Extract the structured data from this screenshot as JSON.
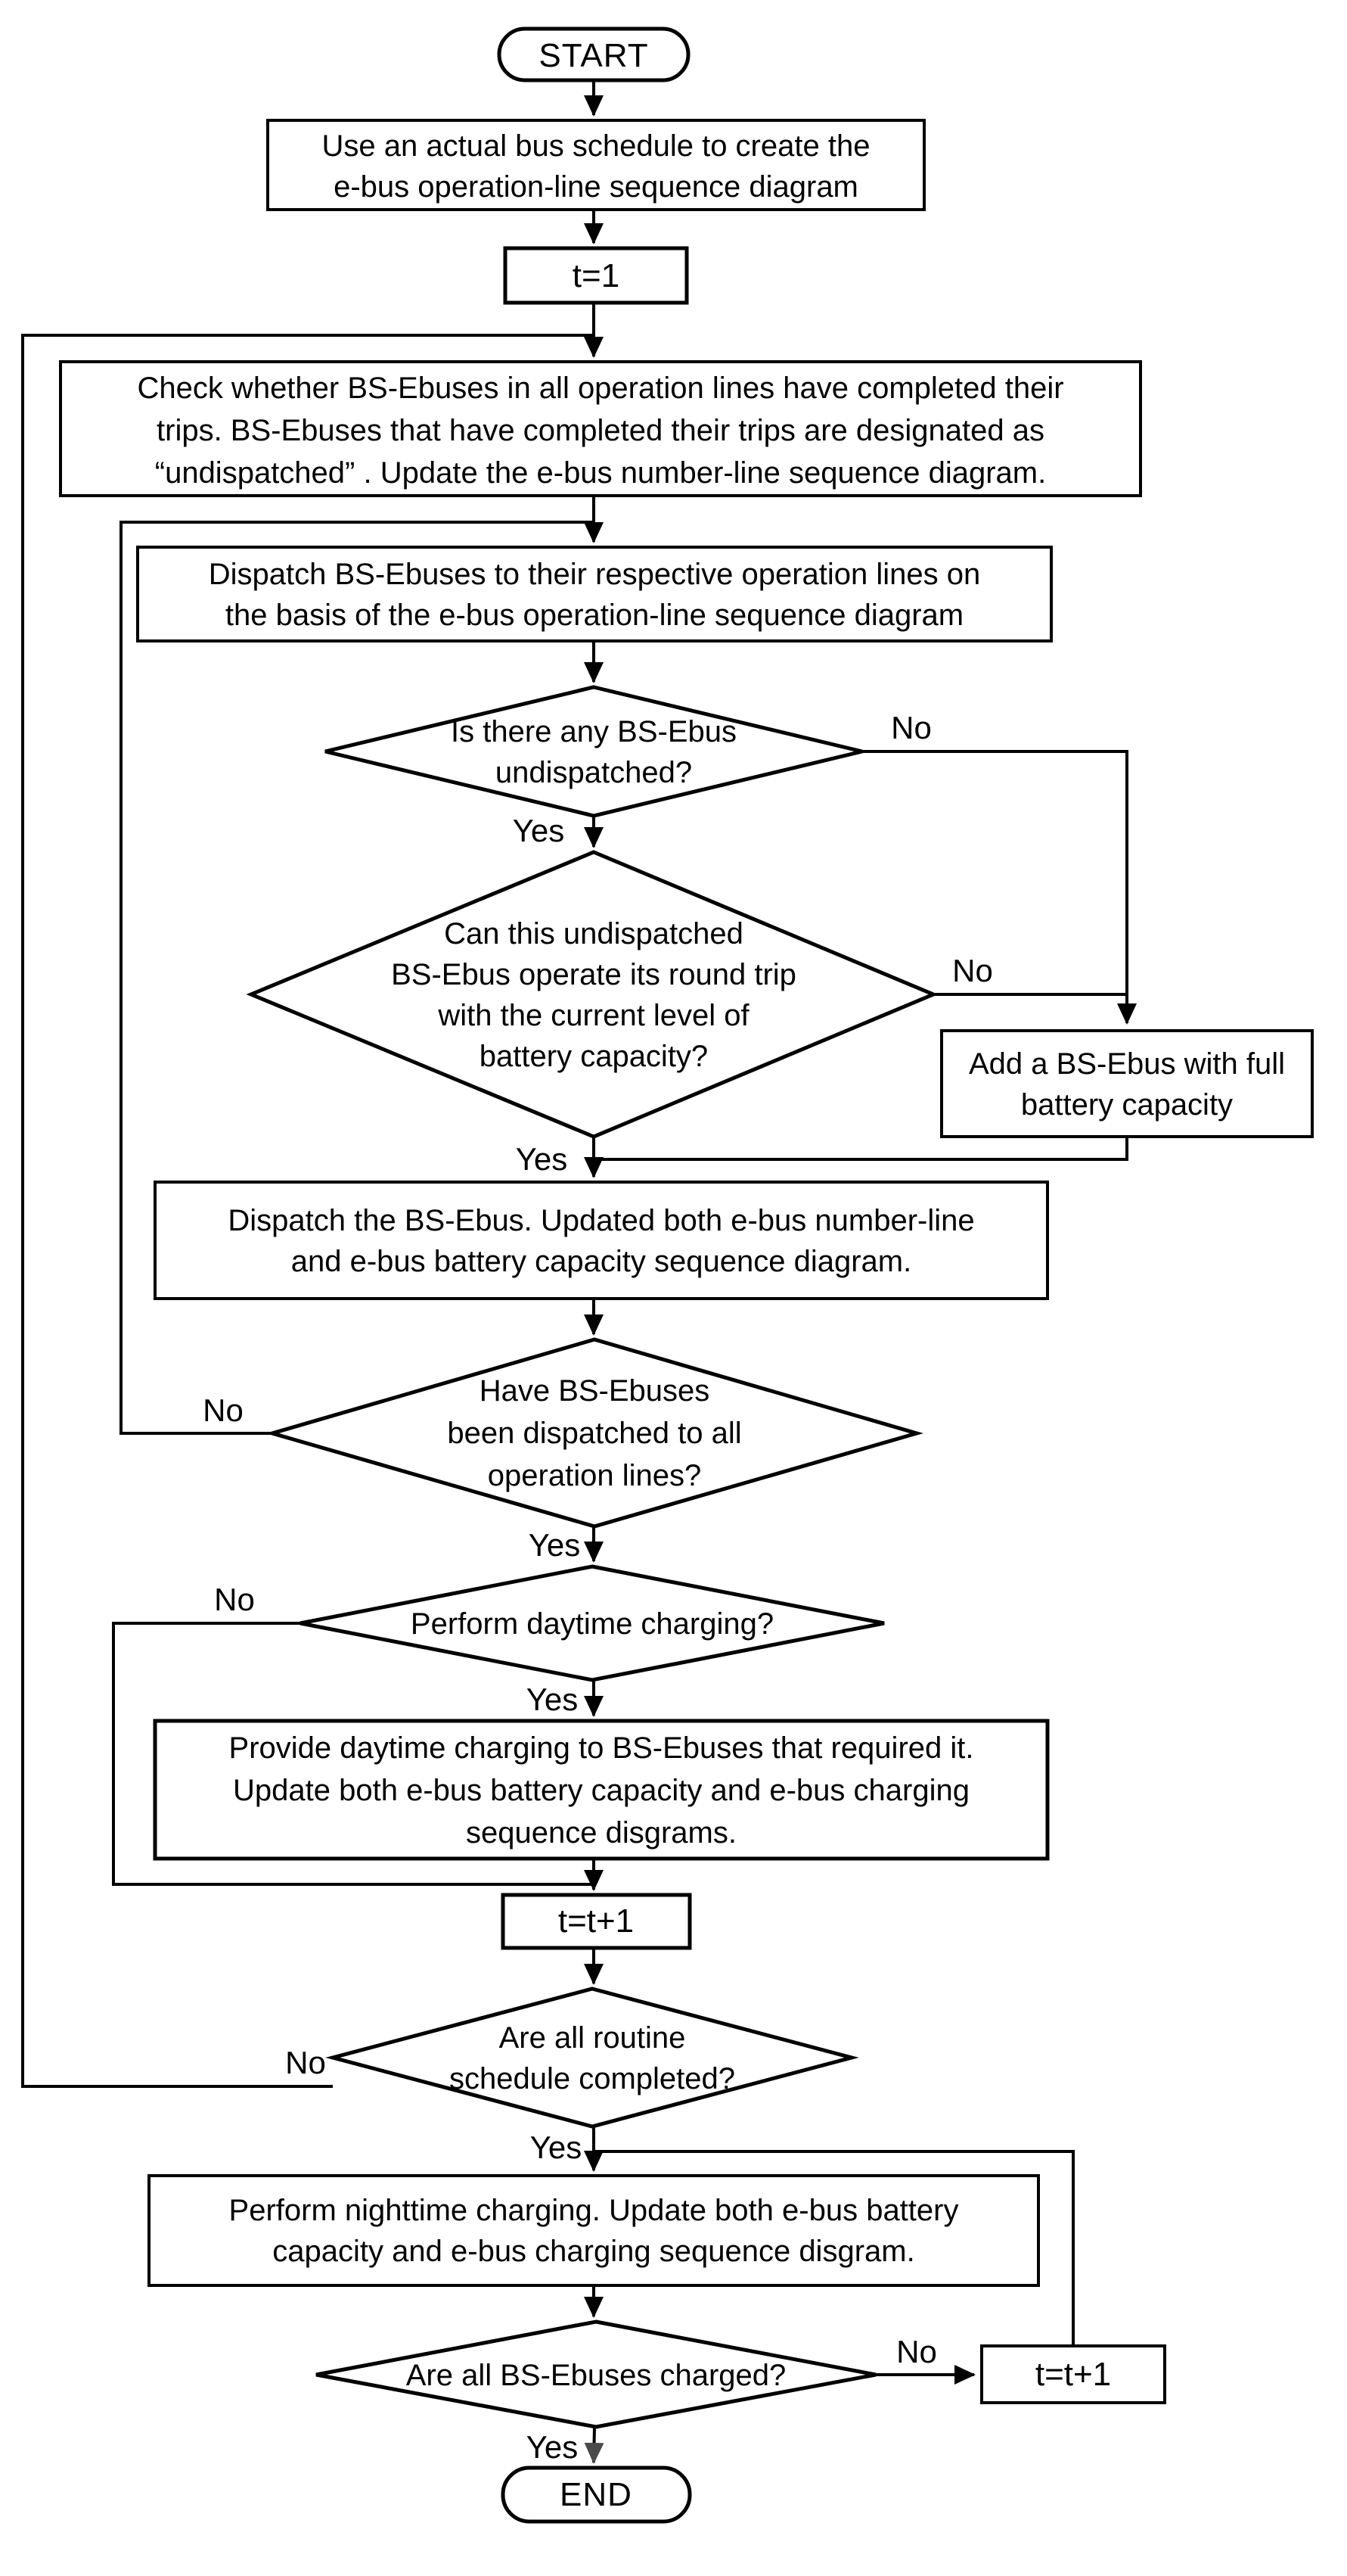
{
  "figure": {
    "type": "flowchart",
    "description": "BS-Ebus dispatch and charging simulation flowchart"
  },
  "colors": {
    "line": "#000000",
    "shaded_fill": "#d9d9d9",
    "end_arrow": "#4a4a4a",
    "background": "#ffffff"
  },
  "terminals": {
    "start": "START",
    "end": "END"
  },
  "branch_labels": {
    "yes": "Yes",
    "no": "No"
  },
  "boxes": {
    "use_schedule": {
      "lines": [
        "Use an actual bus schedule to create the",
        "e-bus operation-line sequence diagram"
      ]
    },
    "t_init": {
      "label": "t=1"
    },
    "check_completed": {
      "lines": [
        "Check whether BS-Ebuses in all operation lines have completed their",
        "trips. BS-Ebuses that have completed their trips are designated as",
        "“undispatched” . Update the e-bus number-line sequence diagram."
      ]
    },
    "dispatch_lines": {
      "lines": [
        "Dispatch BS-Ebuses to their respective operation lines on",
        "the basis of the e-bus operation-line sequence diagram"
      ]
    },
    "add_bus": {
      "lines": [
        "Add a BS-Ebus with full",
        "battery capacity"
      ]
    },
    "dispatch_bus": {
      "lines": [
        "Dispatch the BS-Ebus. Updated both e-bus number-line",
        "and e-bus battery capacity sequence diagram."
      ]
    },
    "daytime_charging": {
      "lines": [
        "Provide daytime charging to BS-Ebuses that required it.",
        "Update both e-bus battery capacity and e-bus charging",
        "sequence disgrams."
      ]
    },
    "t_increment": {
      "label": "t=t+1"
    },
    "nighttime_charging": {
      "lines": [
        "Perform nighttime charging. Update both e-bus battery",
        "capacity and e-bus charging sequence disgram."
      ]
    },
    "t_increment_night": {
      "label": "t=t+1"
    }
  },
  "decisions": {
    "any_undispatched": {
      "lines": [
        "Is there any BS-Ebus",
        "undispatched?"
      ]
    },
    "can_operate": {
      "lines": [
        "Can this undispatched",
        "BS-Ebus operate its round trip",
        "with the current level of",
        "battery capacity?"
      ]
    },
    "all_dispatched": {
      "lines": [
        "Have BS-Ebuses",
        "been dispatched to all",
        "operation lines?"
      ]
    },
    "daytime_charging": {
      "lines": [
        "Perform daytime charging?"
      ]
    },
    "routine_completed": {
      "lines": [
        "Are all routine",
        "schedule completed?"
      ]
    },
    "all_charged": {
      "lines": [
        "Are all BS-Ebuses charged?"
      ]
    }
  }
}
